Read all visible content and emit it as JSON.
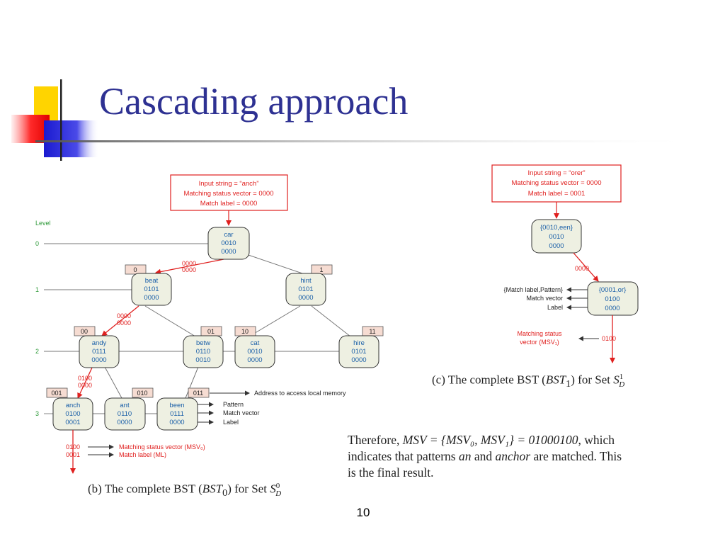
{
  "slide": {
    "title": "Cascading approach",
    "page_number": "10"
  },
  "colors": {
    "title": "#2e3192",
    "node_fill": "#eef0e2",
    "node_text": "#1a5fa8",
    "accent_red": "#e0201f",
    "level_green": "#2f9a3a",
    "tag_fill": "#f6dcd2"
  },
  "fig_b": {
    "input_box": [
      "Input string = “anch”",
      "Matching status vector = 0000",
      "Match label = 0000"
    ],
    "level_title": "Level",
    "levels": [
      "0",
      "1",
      "2",
      "3"
    ],
    "nodes": [
      {
        "id": "car",
        "lines": [
          "car",
          "0010",
          "0000"
        ]
      },
      {
        "id": "beat",
        "lines": [
          "beat",
          "0101",
          "0000"
        ]
      },
      {
        "id": "hint",
        "lines": [
          "hint",
          "0101",
          "0000"
        ]
      },
      {
        "id": "andy",
        "lines": [
          "andy",
          "0111",
          "0000"
        ]
      },
      {
        "id": "betw",
        "lines": [
          "betw",
          "0110",
          "0010"
        ]
      },
      {
        "id": "cat",
        "lines": [
          "cat",
          "0010",
          "0000"
        ]
      },
      {
        "id": "hire",
        "lines": [
          "hire",
          "0101",
          "0000"
        ]
      },
      {
        "id": "anch",
        "lines": [
          "anch",
          "0100",
          "0001"
        ]
      },
      {
        "id": "ant",
        "lines": [
          "ant",
          "0110",
          "0000"
        ]
      },
      {
        "id": "been",
        "lines": [
          "been",
          "0111",
          "0000"
        ]
      }
    ],
    "address_tags": [
      "0",
      "1",
      "00",
      "01",
      "10",
      "11",
      "001",
      "010",
      "011"
    ],
    "edge_labels": [
      [
        "0000",
        "0000"
      ],
      [
        "0000",
        "0000"
      ],
      [
        "0100",
        "0000"
      ]
    ],
    "output_values": [
      "0100",
      "0001"
    ],
    "annotations": {
      "address": "Address to access local memory",
      "pattern": "Pattern",
      "match_vector": "Match vector",
      "label": "Label",
      "msv": "Matching status vector (MSV₀)",
      "ml": "Match label (ML)"
    },
    "caption_text": "(b) The complete BST (",
    "caption_var": "BST",
    "caption_sub": "0",
    "caption_mid": ") for Set ",
    "caption_set": "S",
    "caption_set_sup": "0",
    "caption_set_sub": "D"
  },
  "fig_c": {
    "input_box": [
      "Input string = “orer”",
      "Matching status vector = 0000",
      "Match label = 0001"
    ],
    "nodes": [
      {
        "id": "een",
        "lines": [
          "{0010,een}",
          "0010",
          "0000"
        ]
      },
      {
        "id": "or",
        "lines": [
          "{0001,or}",
          "0100",
          "0000"
        ]
      }
    ],
    "edge_label": "0000",
    "output_value": "0100",
    "annotations": {
      "match_pattern": "{Match label,Pattern}",
      "match_vector": "Match vector",
      "label": "Label",
      "msv_line1": "Matching status",
      "msv_line2": "vector (MSV₁)"
    },
    "caption_text": "(c) The complete BST (",
    "caption_var": "BST",
    "caption_sub": "1",
    "caption_mid": ") for Set ",
    "caption_set": "S",
    "caption_set_sup": "1",
    "caption_set_sub": "D"
  },
  "conclusion": {
    "line1_a": "Therefore, ",
    "line1_math": "MSV = {MSV₀, MSV₁} = 01000100",
    "line1_b": ", which",
    "line2_a": "indicates that patterns ",
    "line2_an": "an",
    "line2_b": " and ",
    "line2_anchor": "anchor",
    "line2_c": " are matched. This",
    "line3": "is the final result."
  }
}
